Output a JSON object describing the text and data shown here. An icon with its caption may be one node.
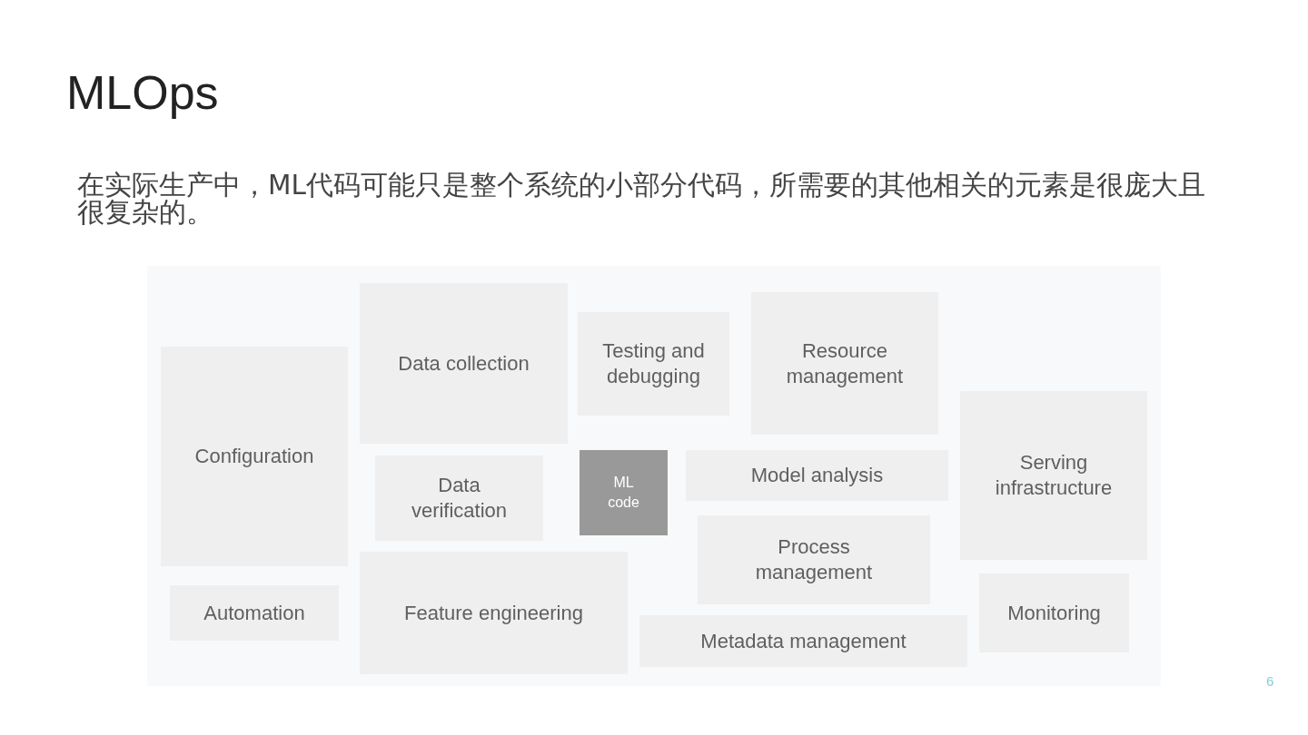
{
  "diagram": {
    "title": "MLOps",
    "nodes": [
      {
        "text": [
          "Configuration"
        ]
      },
      {
        "text": [
          "Data collection"
        ]
      },
      {
        "text": [
          "Testing and debugging"
        ]
      },
      {
        "text": [
          "Resource management"
        ]
      },
      {
        "text": [
          "Data verification"
        ]
      },
      {
        "text": [
          "ML code"
        ]
      },
      {
        "text": [
          "Model analysis"
        ]
      },
      {
        "text": [
          "Serving infrastructure"
        ]
      },
      {
        "text": [
          "Process management"
        ]
      },
      {
        "text": [
          "Automation"
        ]
      },
      {
        "text": [
          "Feature engineering"
        ]
      },
      {
        "text": [
          "Metadata management"
        ]
      },
      {
        "text": [
          "Monitoring"
        ]
      }
    ],
    "labels": [
      "在实际生产中，ML代码可能只是整个系统的小部分代码，所需要的其他相关的元素是很庞大且很复杂的。",
      "6"
    ]
  }
}
